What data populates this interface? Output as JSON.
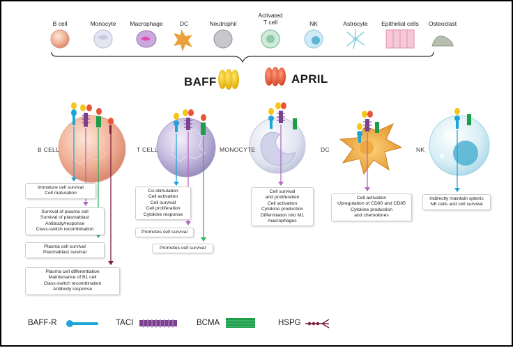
{
  "cell_types": [
    "B cell",
    "Monocyte",
    "Macrophage",
    "DC",
    "Neutrophil",
    "Activated\nT cell",
    "NK",
    "Astrocyte",
    "Epithelial cells",
    "Osteoclast"
  ],
  "ligands": {
    "baff": "BAFF",
    "april": "APRIL"
  },
  "panels": {
    "b_cell": "B CELL",
    "t_cell": "T CELL",
    "monocyte": "MONOCYTE",
    "dc": "DC",
    "nk": "NK"
  },
  "boxes": {
    "b1": [
      "Immature cell survival",
      "Cell maturation"
    ],
    "b2": [
      "Survival of plasma cell",
      "Survival of plasmablast",
      "Antibody/response",
      "Class-switch recombination"
    ],
    "b3": [
      "Plasma cell survival",
      "Plasmablast survival"
    ],
    "b4": [
      "Plasma cell differentiation",
      "Maintenance of B1 cell",
      "Class-switch recombination",
      "Antibody response"
    ],
    "t1": [
      "Co-stimulation",
      "Cell activation",
      "Cell survival",
      "Cell proliferation",
      "Cytokine response"
    ],
    "t2": [
      "Promotes cell survival"
    ],
    "t3": [
      "Promotes cell survival"
    ],
    "m1": [
      "Cell survival",
      "and proliferation",
      "Cell activation",
      "Cytokine production",
      "Differntiation into M1",
      "macrophages"
    ],
    "d1": [
      "Cell activation",
      "Upregulation of CD80 and CD85",
      "Cytokine production",
      "and chemokines"
    ],
    "n1": [
      "Indirectly maintain splenic",
      "NK cells and cell survival"
    ]
  },
  "legend": {
    "baffr": "BAFF-R",
    "taci": "TACI",
    "bcma": "BCMA",
    "hspg": "HSPG"
  },
  "colors": {
    "baff_yellow": "#f5c518",
    "april_red": "#e8543a",
    "baffr_blue": "#1ea5d8",
    "taci_purple": "#7b3f8f",
    "bcma_green": "#1f9e4a",
    "hspg_maroon": "#7a1f3d"
  }
}
